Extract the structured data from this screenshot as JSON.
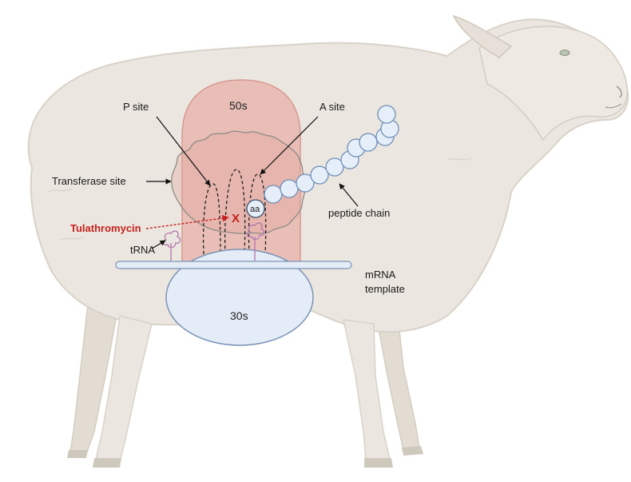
{
  "labels": {
    "subunit_large": "50s",
    "subunit_small": "30s",
    "p_site": "P site",
    "a_site": "A site",
    "transferase_site": "Transferase site",
    "drug": "Tulathromycin",
    "block_mark": "X",
    "trna": "tRNA",
    "amino_acid": "aa",
    "peptide_chain": "peptide chain",
    "mrna_line1": "mRNA",
    "mrna_line2": "template"
  },
  "colors": {
    "sheep_fill": "#ebe6df",
    "sheep_outline": "#d8d2c9",
    "ribosome_large": "#e7b0a8",
    "ribosome_small": "#e3ecf7",
    "bead_fill": "#e6eef9",
    "bead_stroke": "#6f8fb8",
    "drug_red": "#c8211d",
    "trna_pink": "#b57bb0"
  }
}
